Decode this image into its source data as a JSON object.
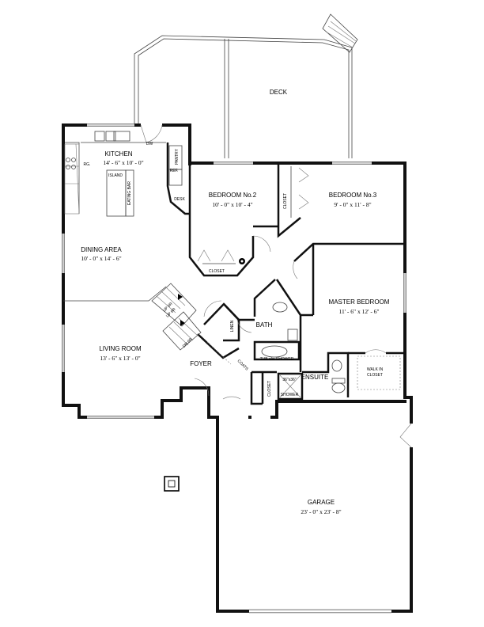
{
  "rooms": {
    "deck": {
      "name": "DECK"
    },
    "kitchen": {
      "name": "KITCHEN",
      "dims": "14' - 6\" x 10' - 0\""
    },
    "dining": {
      "name": "DINING AREA",
      "dims": "10' - 0\" x 14' - 6\""
    },
    "living": {
      "name": "LIVING ROOM",
      "dims": "13' - 6\" x 13' - 0\""
    },
    "bed2": {
      "name": "BEDROOM No.2",
      "dims": "10' - 0\" x 10' - 4\""
    },
    "bed3": {
      "name": "BEDROOM No.3",
      "dims": "9' - 0\" x 11' - 8\""
    },
    "master": {
      "name": "MASTER BEDROOM",
      "dims": "11' - 6\" x 12' - 6\""
    },
    "bath": {
      "name": "BATH"
    },
    "ensuite": {
      "name": "ENSUITE"
    },
    "foyer": {
      "name": "FOYER"
    },
    "garage": {
      "name": "GARAGE",
      "dims": "23' - 0\" x 23' - 8\""
    }
  },
  "fixtures": {
    "dw": "DW",
    "rg": "RG.",
    "island": "ISLAND",
    "eating_bar": "EATING BAR",
    "pantry": "PANTRY",
    "ref": "REF.",
    "desk": "DESK",
    "closet_bed2": "CLOSET",
    "closet_bed3": "CLOSET",
    "linen": "LINEN",
    "coats": "COATS",
    "tub_shower": "TUB c/w SHOWER",
    "closet_foyer": "CLOSET",
    "shower_36": "36\"x36\"",
    "shower_label": "SHOWER",
    "walk_in_1": "WALK IN",
    "walk_in_2": "CLOSET",
    "stairs_up": "UP 6R",
    "stairs_up2": "UP 6R",
    "stairs_dn": "DN 6R"
  }
}
